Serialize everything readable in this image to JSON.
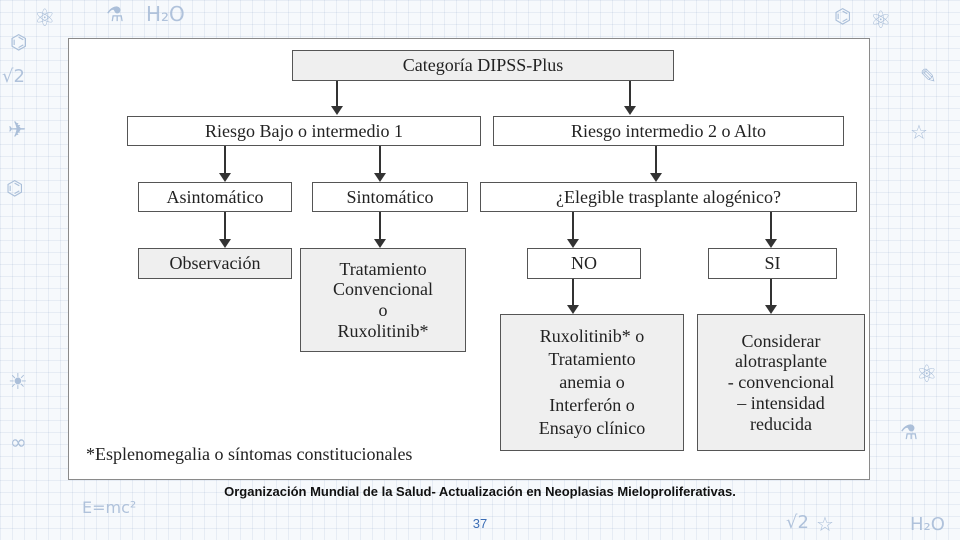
{
  "diagram": {
    "root": "Categoría DIPSS-Plus",
    "low_risk": "Riesgo Bajo o intermedio 1",
    "high_risk": "Riesgo intermedio 2 o Alto",
    "asymptomatic": "Asintomático",
    "symptomatic": "Sintomático",
    "eligible": "¿Elegible trasplante alogénico?",
    "observation": "Observación",
    "conventional": [
      "Tratamiento",
      "Convencional",
      "o",
      "Ruxolitinib*"
    ],
    "no": "NO",
    "si": "SI",
    "no_treatment": [
      "Ruxolitinib* o",
      "Tratamiento",
      "anemia o",
      "Interferón o",
      "Ensayo clínico"
    ],
    "si_treatment": [
      "Considerar",
      "alotrasplante",
      "- convencional",
      "– intensidad",
      "reducida"
    ],
    "footnote": "*Esplenomegalia o síntomas constitucionales"
  },
  "caption": "Organización Mundial de la Salud- Actualización en Neoplasias Mieloproliferativas.",
  "page_number": "37",
  "colors": {
    "box_gray": "#efefef",
    "border": "#555555",
    "page_number": "#3b6db5"
  },
  "decorations": [
    "atom-icon",
    "flask-icon",
    "h2o-text",
    "sqrt2-text",
    "rocket-icon",
    "molecule-icon",
    "bulb-icon",
    "star-icon",
    "emc2-text",
    "dna-icon"
  ]
}
